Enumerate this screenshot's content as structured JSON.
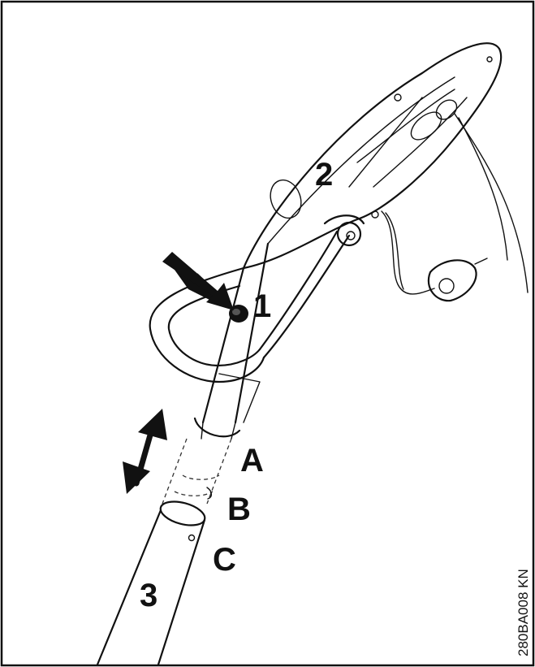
{
  "labels": {
    "l1": "1",
    "l2": "2",
    "l3": "3",
    "la": "A",
    "lb": "B",
    "lc": "C"
  },
  "figure_code": "280BA008 KN"
}
